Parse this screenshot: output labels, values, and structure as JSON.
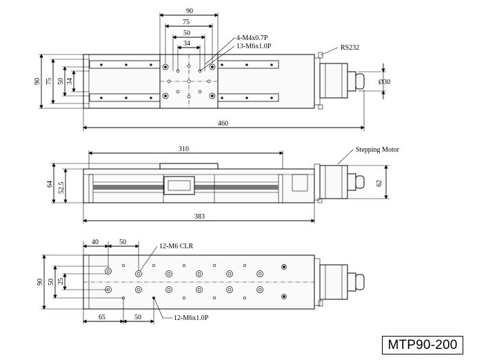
{
  "model": "MTP90-200",
  "top_view": {
    "dims": {
      "d90": "90",
      "d75": "75",
      "d50": "50",
      "d34": "34",
      "left90": "90",
      "left75": "75",
      "left50": "50",
      "left34": "34",
      "length": "460",
      "dia": "Ø30"
    },
    "notes": {
      "m4": "4-M4x0.7P",
      "m6": "13-M6x1.0P",
      "rs232": "RS232"
    }
  },
  "side_view": {
    "dims": {
      "stroke": "310",
      "h64": "64",
      "h52": "52.5",
      "h62": "62",
      "length": "383"
    },
    "notes": {
      "motor": "Stepping Motor"
    }
  },
  "bottom_view": {
    "dims": {
      "d40": "40",
      "d50top": "50",
      "h90": "90",
      "h50": "50",
      "h25": "25",
      "d65": "65",
      "d50bot": "50"
    },
    "notes": {
      "clr": "12-M6 CLR",
      "m6": "12-M6x1.0P"
    }
  }
}
